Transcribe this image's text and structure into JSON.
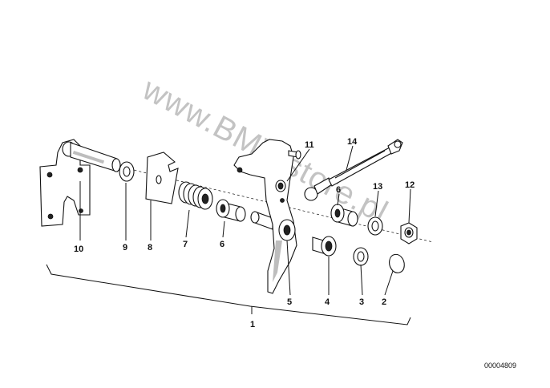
{
  "callouts": {
    "c1": "1",
    "c2": "2",
    "c3": "3",
    "c4": "4",
    "c5": "5",
    "c6a": "6",
    "c6b": "6",
    "c7": "7",
    "c8": "8",
    "c9": "9",
    "c10": "10",
    "c11": "11",
    "c12": "12",
    "c13": "13",
    "c14": "14"
  },
  "diagram_number": "00004809",
  "watermark": "www.BMWstore.pl"
}
